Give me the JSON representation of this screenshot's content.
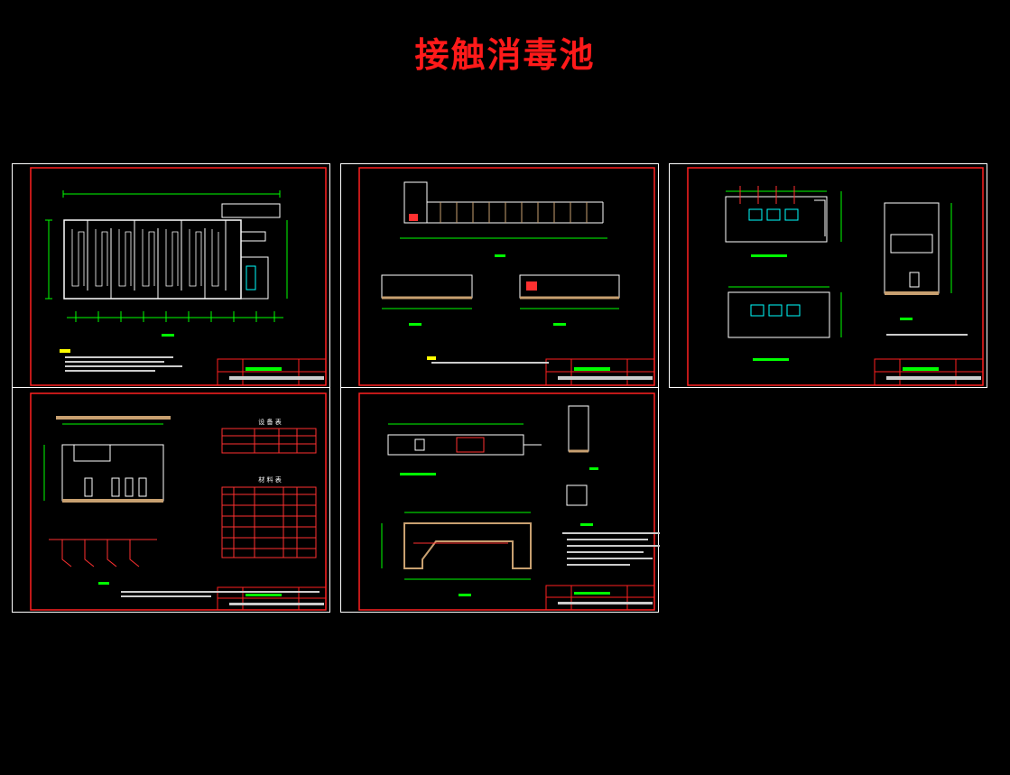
{
  "title": "接触消毒池",
  "colors": {
    "background": "#000000",
    "title": "#ff1a1a",
    "sheet_border": "#ffffff",
    "frame": "#ff2020",
    "line_white": "#ffffff",
    "line_green": "#00ff00",
    "line_red": "#ff3030",
    "line_yellow": "#ffff00",
    "line_cyan": "#00ffff",
    "line_magenta": "#ff00ff",
    "hatch": "#c8a070"
  },
  "sheets": [
    {
      "id": "sheet-1",
      "content": "plan"
    },
    {
      "id": "sheet-2",
      "content": "sections"
    },
    {
      "id": "sheet-3",
      "content": "pump-house"
    },
    {
      "id": "sheet-4",
      "content": "section-with-tables"
    },
    {
      "id": "sheet-5",
      "content": "details"
    }
  ],
  "tables": {
    "upper_title": "设 备 表",
    "lower_title": "材 料 表"
  }
}
